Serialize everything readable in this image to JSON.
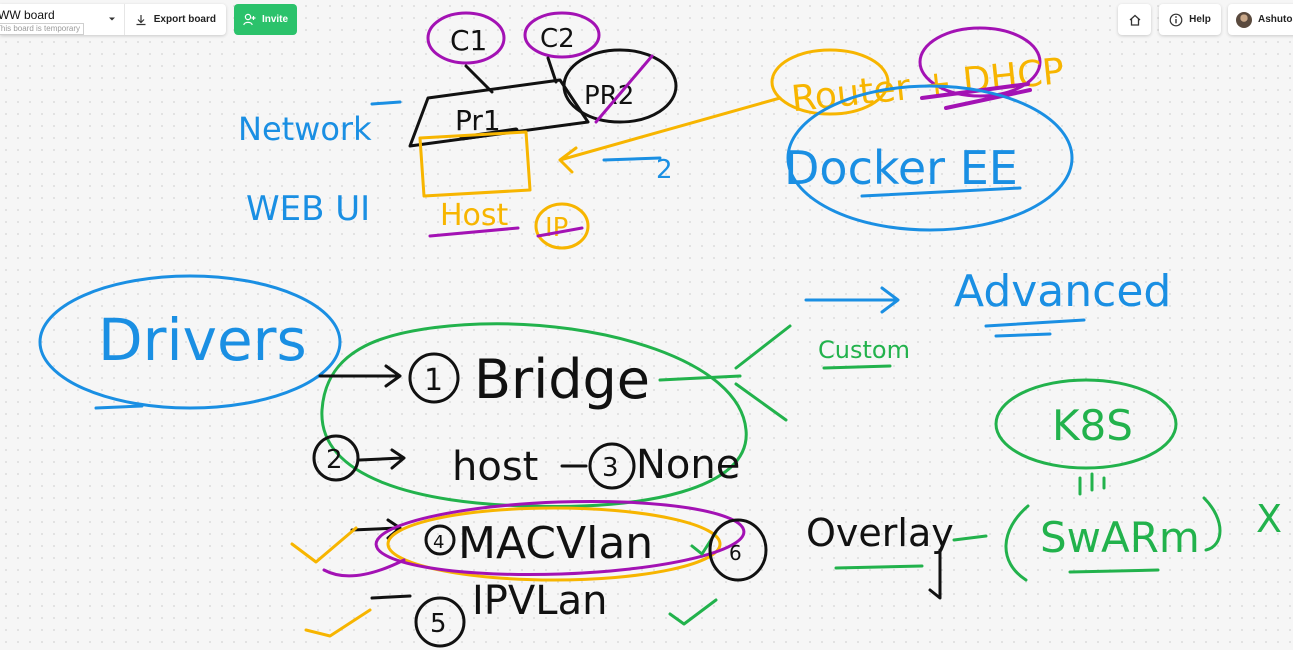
{
  "toolbar": {
    "board_name": "WW board",
    "board_status": "This board is temporary",
    "export_label": "Export board",
    "invite_label": "Invite",
    "help_label": "Help",
    "user_name": "Ashutos"
  },
  "canvas": {
    "c1": "C1",
    "c2": "C2",
    "pr1": "Pr1",
    "pr2": "PR2",
    "router_dhcp": "Router + DHCP",
    "network": "Network",
    "web_ui": "WEB UI",
    "host_label": "Host",
    "ip": "IP",
    "two": "2",
    "docker_ee": "Docker EE",
    "drivers": "Drivers",
    "bridge": "Bridge",
    "n1": "1",
    "host": "host",
    "n2": "2",
    "n3": "3",
    "none": "None",
    "n4": "4",
    "macvlan": "MACVlan",
    "n5": "5",
    "ipvlan": "IPVLan",
    "n6": "6",
    "advanced": "Advanced",
    "custom": "Custom",
    "k8s": "K8S",
    "swarm": "SwARm",
    "overlay": "Overlay",
    "x_mark": "X"
  },
  "colors": {
    "blue": "#1a8fe3",
    "black": "#111111",
    "green": "#22b24c",
    "orange": "#f7b500",
    "purple": "#a312b4",
    "invite": "#2bc26b"
  }
}
